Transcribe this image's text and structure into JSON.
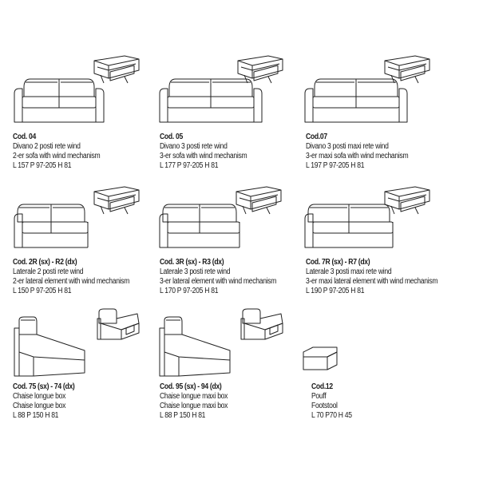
{
  "products": [
    {
      "code": "Cod. 04",
      "name_it": "Divano 2 posti rete wind",
      "name_en": "2-er sofa with wind mechanism",
      "dims": "L 157  P 97-205 H 81"
    },
    {
      "code": "Cod. 05",
      "name_it": "Divano 3 posti rete wind",
      "name_en": "3-er sofa with wind mechanism",
      "dims": "L 177  P 97-205 H 81"
    },
    {
      "code": "Cod.07",
      "name_it": "Divano 3 posti maxi rete wind",
      "name_en": "3-er maxi sofa with wind mechanism",
      "dims": "L 197  P 97-205 H 81"
    },
    {
      "code": "Cod. 2R (sx) - R2 (dx)",
      "name_it": "Laterale 2 posti rete wind",
      "name_en": "2-er lateral element with wind mechanism",
      "dims": "L 150  P 97-205 H 81"
    },
    {
      "code": "Cod. 3R (sx) - R3 (dx)",
      "name_it": "Laterale 3 posti rete wind",
      "name_en": "3-er lateral element with wind mechanism",
      "dims": "L 170  P 97-205 H 81"
    },
    {
      "code": "Cod. 7R (sx) - R7 (dx)",
      "name_it": "Laterale 3 posti maxi rete wind",
      "name_en": "3-er maxi lateral element with wind mechanism",
      "dims": "L 190  P 97-205 H 81"
    },
    {
      "code": "Cod. 75 (sx) - 74 (dx)",
      "name_it": "Chaise longue box",
      "name_en": "Chaise longue box",
      "dims": "L 88  P 150  H 81"
    },
    {
      "code": "Cod. 95 (sx) - 94 (dx)",
      "name_it": "Chaise longue maxi box",
      "name_en": "Chaise longue maxi box",
      "dims": "L 88  P 150  H 81"
    },
    {
      "code": "Cod.12",
      "name_it": "Pouff",
      "name_en": "Footstool",
      "dims": "L 70  P70  H 45"
    }
  ]
}
